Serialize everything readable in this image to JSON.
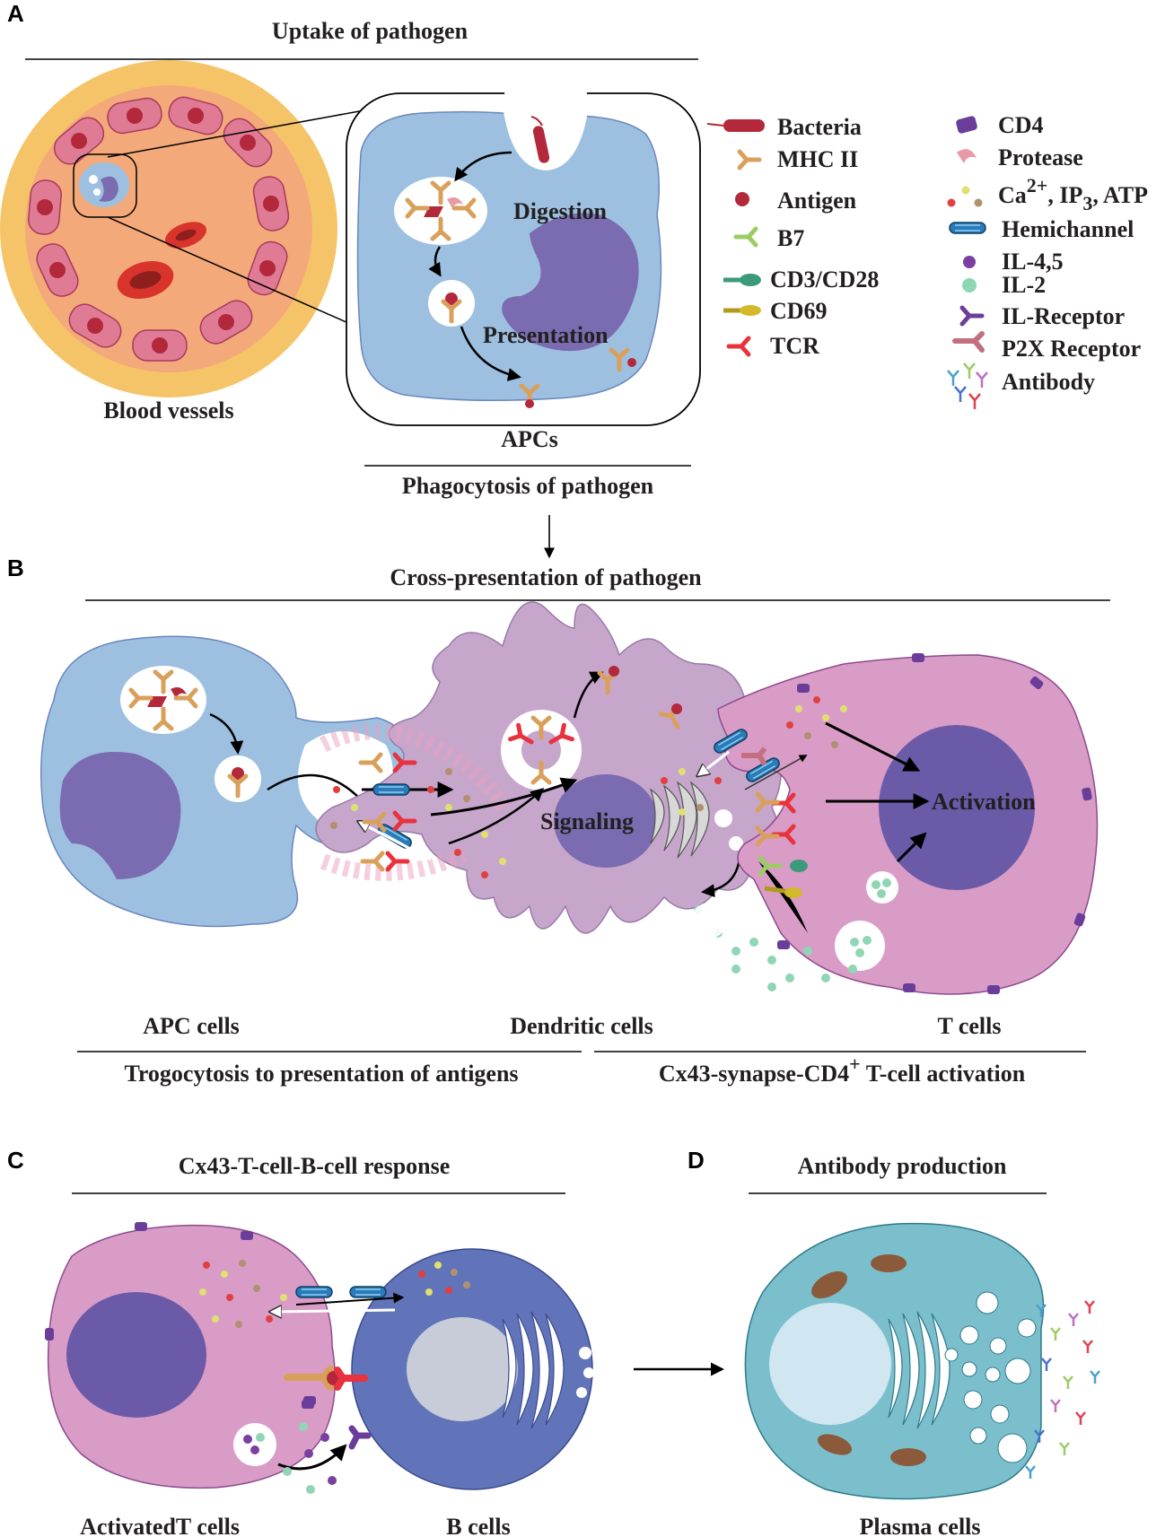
{
  "panels": {
    "a": "A",
    "b": "B",
    "c": "C",
    "d": "D"
  },
  "section_a": {
    "title": "Uptake of pathogen",
    "blood_vessels": "Blood vessels",
    "digestion": "Digestion",
    "presentation": "Presentation",
    "apcs": "APCs",
    "subtitle": "Phagocytosis of pathogen"
  },
  "legend": {
    "bacteria": "Bacteria",
    "mhc2": "MHC II",
    "antigen": "Antigen",
    "b7": "B7",
    "cd3_cd28": "CD3/CD28",
    "cd69": "CD69",
    "tcr": "TCR",
    "cd4": "CD4",
    "protease": "Protease",
    "ca_prefix": "Ca",
    "ca_sup": "2+",
    "ca_mid": ", IP",
    "ip_sub": "3",
    "ca_suffix": ", ATP",
    "hemichannel": "Hemichannel",
    "il45": "IL-4,5",
    "il2": "IL-2",
    "il_receptor": "IL-Receptor",
    "p2x_receptor": "P2X Receptor",
    "antibody": "Antibody"
  },
  "section_b": {
    "title": "Cross-presentation of pathogen",
    "signaling": "Signaling",
    "activation": "Activation",
    "apc_cells": "APC cells",
    "dendritic_cells": "Dendritic cells",
    "t_cells": "T cells",
    "sub_left": "Trogocytosis to presentation of antigens",
    "sub_right_pre": "Cx43-synapse-CD4",
    "sub_right_sup": "+",
    "sub_right_post": " T-cell activation"
  },
  "section_c": {
    "title": "Cx43-T-cell-B-cell response",
    "activated_t": "ActivatedT cells",
    "b_cells": "B cells"
  },
  "section_d": {
    "title": "Antibody production",
    "plasma_cells": "Plasma cells"
  },
  "colors": {
    "apc_blue": "#9dc0e0",
    "nucleus_purple": "#7b6bb0",
    "dendritic": "#c7a6cc",
    "tcell_pink": "#d99cc6",
    "bcell_blue": "#6274b9",
    "plasma_teal": "#7bbfcd",
    "vessel_orange": "#f3a97a",
    "vessel_ring": "#f6c468",
    "endothelial": "#e07b96",
    "bacteria_red": "#b3283a",
    "mhc_tan": "#d9a05b",
    "tcr_red": "#e8333f"
  }
}
